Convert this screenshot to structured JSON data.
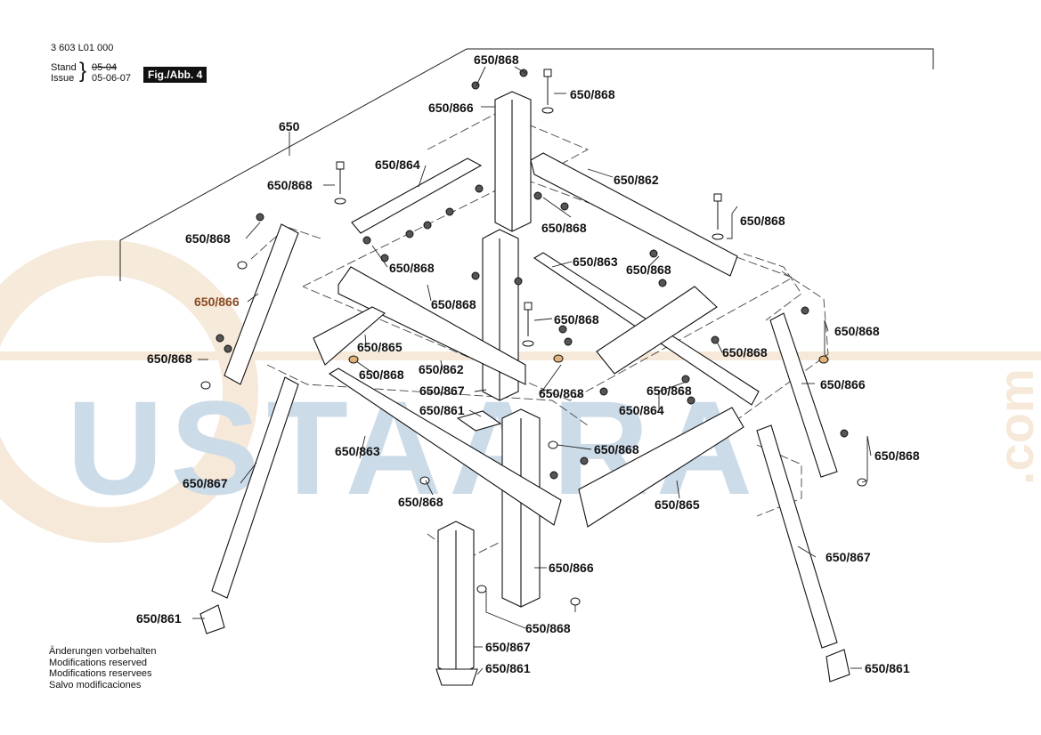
{
  "header": {
    "doc_number": "3 603 L01 000",
    "stand_label": "Stand",
    "issue_label": "Issue",
    "stand_date": "05-04",
    "issue_date": "05-06-07",
    "figure_label": "Fig./Abb. 4"
  },
  "assembly_label": "650",
  "part_labels": {
    "p1": "650/868",
    "p2": "650/868",
    "p3": "650/866",
    "p4": "650/864",
    "p5": "650/868",
    "p6": "650/862",
    "p7": "650/868",
    "p8": "650/868",
    "p9": "650/868",
    "p10": "650/868",
    "p11": "650/863",
    "p12": "650/868",
    "p13": "650/866",
    "p14": "650/868",
    "p15": "650/868",
    "p16": "650/868",
    "p17": "650/868",
    "p18": "650/865",
    "p19": "650/868",
    "p20": "650/862",
    "p21": "650/867",
    "p22": "650/861",
    "p23": "650/868",
    "p24": "650/864",
    "p25": "650/868",
    "p26": "650/866",
    "p27": "650/863",
    "p28": "650/868",
    "p29": "650/868",
    "p30": "650/867",
    "p31": "650/868",
    "p32": "650/865",
    "p33": "650/866",
    "p34": "650/867",
    "p35": "650/868",
    "p36": "650/861",
    "p37": "650/867",
    "p38": "650/861",
    "p39": "650/861"
  },
  "highlight_color": "#8a4a22",
  "watermark": {
    "text": "USTAARA",
    "suffix": ".com"
  },
  "footer": {
    "line1": "Änderungen vorbehalten",
    "line2": "Modifications reserved",
    "line3": "Modifications reservees",
    "line4": "Salvo modificaciones"
  }
}
